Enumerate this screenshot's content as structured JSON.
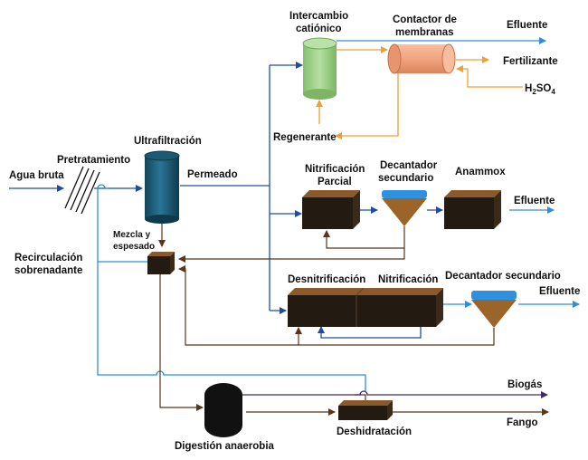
{
  "labels": {
    "agua_bruta": "Agua bruta",
    "pretratamiento": "Pretratamiento",
    "ultrafiltracion": "Ultrafiltración",
    "permeado": "Permeado",
    "mezcla_line1": "Mezcla y",
    "mezcla_line2": "espesado",
    "recirculacion_line1": "Recirculación",
    "recirculacion_line2": "sobrenadante",
    "intercambio_line1": "Intercambio",
    "intercambio_line2": "catiónico",
    "contactor_line1": "Contactor de",
    "contactor_line2": "membranas",
    "efluente_top": "Efluente",
    "fertilizante": "Fertilizante",
    "h2so4_main": "H",
    "h2so4_sub2": "2",
    "h2so4_mid": "SO",
    "h2so4_sub4": "4",
    "regenerante": "Regenerante",
    "nitrificacion_parcial_line1": "Nitrificación",
    "nitrificacion_parcial_line2": "Parcial",
    "decantador_sec_line1": "Decantador",
    "decantador_sec_line2": "secundario",
    "anammox": "Anammox",
    "efluente_mid": "Efluente",
    "desnitrificacion": "Desnitrificación",
    "nitrificacion": "Nitrificación",
    "decantador_secundario": "Decantador secundario",
    "efluente_low": "Efluente",
    "biogas": "Biogás",
    "fango": "Fango",
    "digestion": "Digestión anaerobia",
    "deshidratacion": "Deshidratación"
  },
  "colors": {
    "flow_water": "#1F4E9E",
    "flow_light": "#2E8FD8",
    "flow_acid": "#F0A030",
    "flow_sludge": "#5A3518",
    "flow_gas": "#3D2A6E",
    "reactor_top": "#8B5A2B",
    "reactor_body": "#231A12",
    "ultrafilter": "#1E5F7A",
    "ion_exchange": "#9FD38A",
    "contactor": "#F2A47E",
    "clarifier_top": "#2E90E0",
    "clarifier_cone": "#9B6428"
  }
}
